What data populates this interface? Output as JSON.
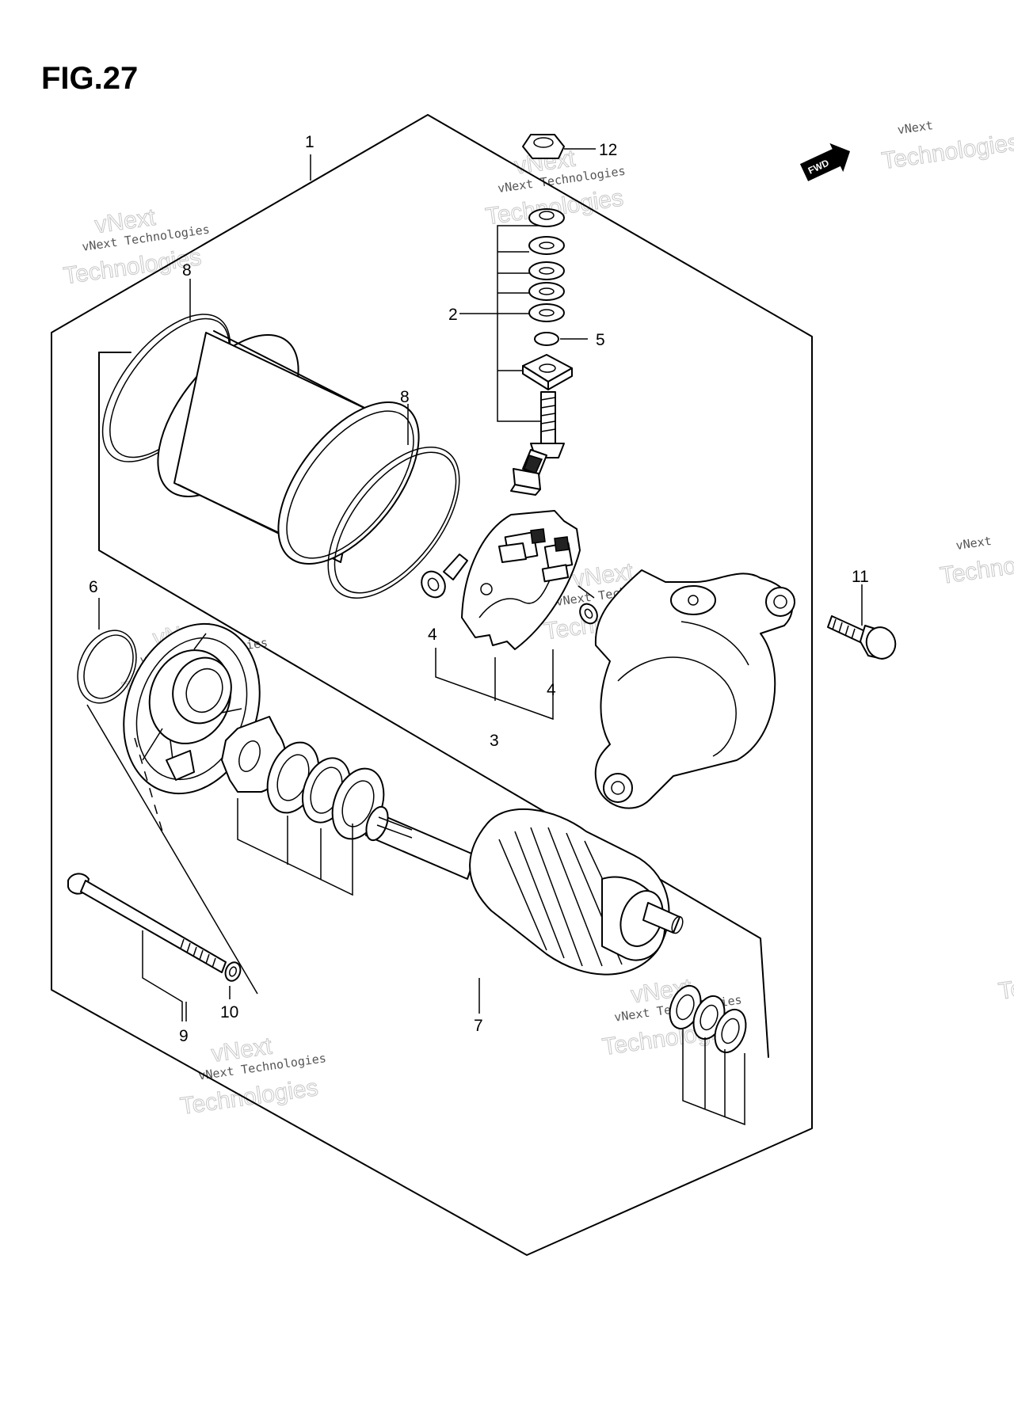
{
  "figure": {
    "title": "FIG.27"
  },
  "direction_badge": {
    "label": "FWD"
  },
  "watermark": {
    "line1": "vNext Technologies",
    "line2": "Technologies",
    "line3": "vNext"
  },
  "callouts": {
    "c1": "1",
    "c2": "2",
    "c3": "3",
    "c4a": "4",
    "c4b": "4",
    "c5": "5",
    "c6": "6",
    "c7": "7",
    "c8a": "8",
    "c8b": "8",
    "c9": "9",
    "c10": "10",
    "c11": "11",
    "c12": "12"
  }
}
